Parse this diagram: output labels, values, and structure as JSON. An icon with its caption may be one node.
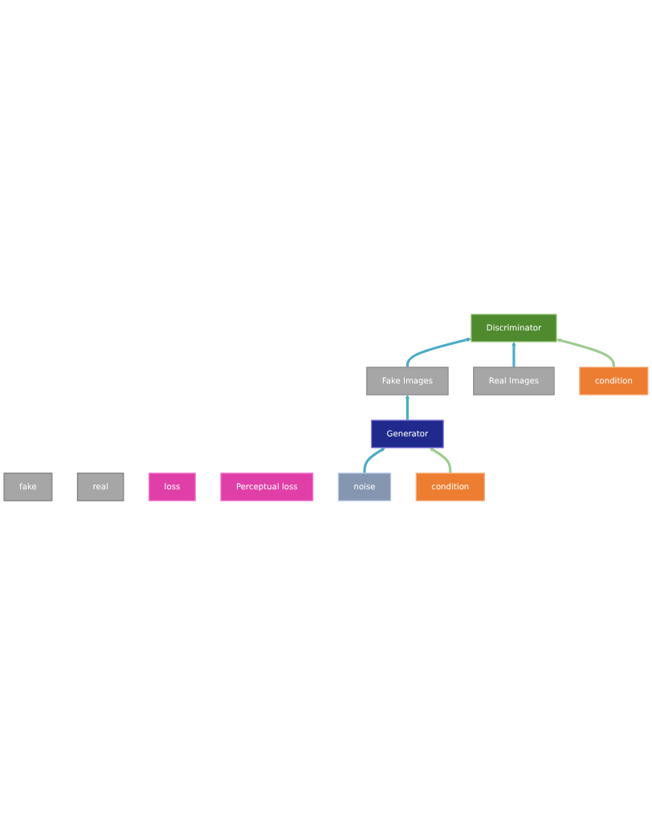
{
  "diagram": {
    "nodes": [
      {
        "text": [
          "fake"
        ]
      },
      {
        "text": [
          "real"
        ]
      },
      {
        "text": [
          "Discriminator"
        ]
      },
      {
        "text": [
          "condition"
        ]
      },
      {
        "text": [
          "Fake Images"
        ]
      },
      {
        "text": [
          "Real Images"
        ]
      },
      {
        "text": [
          "loss"
        ]
      },
      {
        "text": [
          "Perceptual loss"
        ]
      },
      {
        "text": [
          "Generator"
        ]
      },
      {
        "text": [
          "noise"
        ]
      },
      {
        "text": [
          "condition"
        ]
      }
    ],
    "edges": [
      {
        "from": 4,
        "to": 2,
        "arrow": "to"
      },
      {
        "from": 5,
        "to": 2,
        "arrow": "to"
      },
      {
        "from": 3,
        "to": 2,
        "arrow": "to",
        "color": "#9ccc8f"
      },
      {
        "from": 8,
        "to": 4,
        "arrow": "to"
      },
      {
        "from": 9,
        "to": 8,
        "arrow": "to"
      },
      {
        "from": 10,
        "to": 8,
        "arrow": "to",
        "color": "#9ccc8f"
      }
    ]
  }
}
